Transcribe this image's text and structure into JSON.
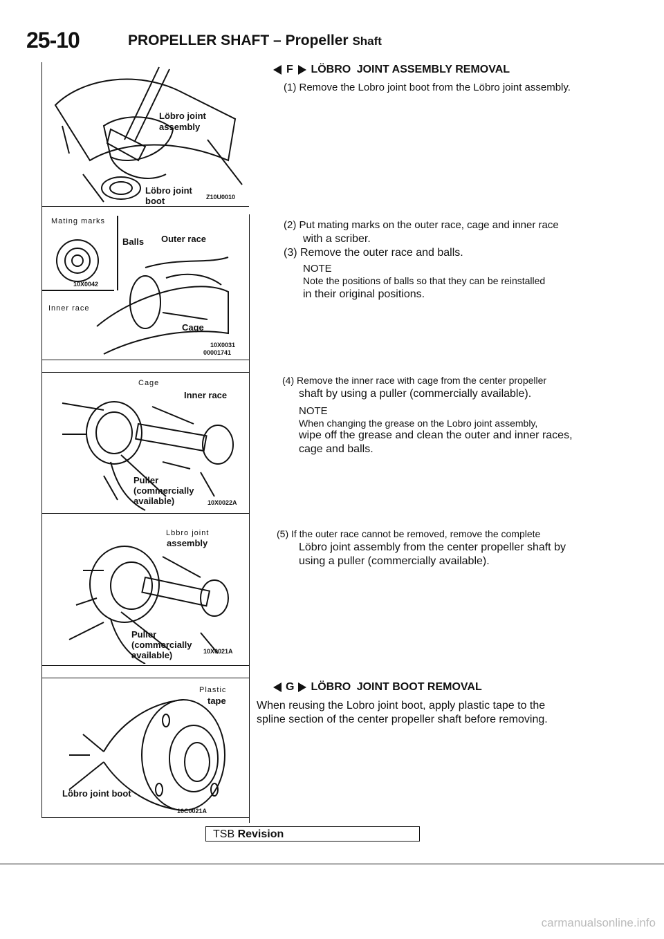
{
  "header": {
    "page_number": "25-10",
    "title": "PROPELLER SHAFT",
    "dash": "–",
    "subtitle": "Propeller",
    "subtitle2": "Shaft"
  },
  "figures": {
    "fig1": {
      "label1": "Löbro joint",
      "label2": "assembly",
      "label3": "Löbro joint",
      "label4": "boot",
      "code": "Z10U0010"
    },
    "fig2": {
      "label_marks": "Mating marks",
      "label_balls": "Balls",
      "label_outer": "Outer race",
      "label_inner": "Inner race",
      "label_cage": "Cage",
      "code_inset": "10X0042",
      "code1": "10X0031",
      "code2": "00001741"
    },
    "fig3": {
      "label_cage": "Cage",
      "label_inner": "Inner race",
      "label_puller1": "Puller",
      "label_puller2": "(commercially",
      "label_puller3": "available)",
      "code": "10X0022A"
    },
    "fig4": {
      "label1": "Lbbro joint",
      "label2": "assembly",
      "label_puller1": "Puller",
      "label_puller2": "(commercially",
      "label_puller3": "available)",
      "code": "10X0021A"
    },
    "fig5": {
      "label1": "Plastic",
      "label2": "tape",
      "label3": "Löbro joint boot",
      "code": "10C0021A"
    }
  },
  "sections": {
    "f": {
      "letter": "F",
      "title_word": "LÖBRO",
      "title_rest": "JOINT ASSEMBLY REMOVAL",
      "step1": "(1)  Remove the Lobro joint boot from the Löbro joint assembly.",
      "step2a": "(2) Put mating marks on the outer race, cage and inner race",
      "step2b": "with a scriber.",
      "step3": "(3) Remove the outer race and balls.",
      "note1_label": "NOTE",
      "note1_a": "Note the positions of balls so that they can be reinstalled",
      "note1_b": "in their original positions.",
      "step4a": "(4)   Remove the inner race with cage from the center propeller",
      "step4b": "shaft by using a puller (commercially available).",
      "note2_label": "NOTE",
      "note2_a": "When changing the grease on the Lobro joint assembly,",
      "note2_b": "wipe off the grease and clean the outer and inner races,",
      "note2_c": "cage and balls.",
      "step5a": "(5)   If the outer race cannot be removed, remove the complete",
      "step5b": "Löbro joint assembly from the center propeller shaft by",
      "step5c": "using a puller (commercially available)."
    },
    "g": {
      "letter": "G",
      "title_word": "LÖBRO",
      "title_rest": "JOINT BOOT REMOVAL",
      "para_a": "When reusing the Lobro joint boot, apply plastic tape to the",
      "para_b": "spline section of the center propeller shaft before removing."
    }
  },
  "footer": {
    "tsb_label": "TSB",
    "tsb_value": "Revision",
    "watermark": "carmanualsonline.info"
  }
}
